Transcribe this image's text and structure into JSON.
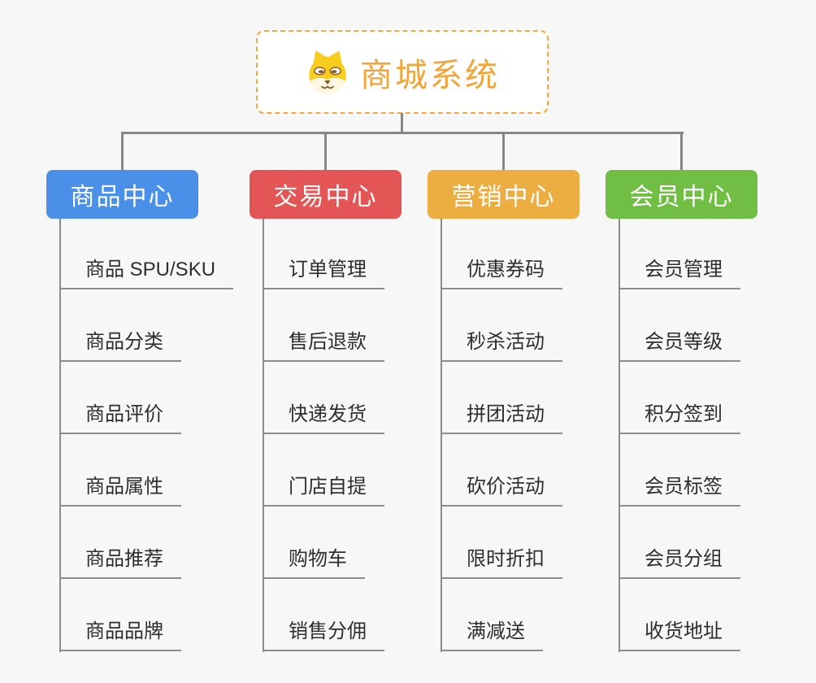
{
  "root": {
    "title": "商城系统",
    "icon": "dog-icon"
  },
  "branches": [
    {
      "label": "商品中心",
      "color": "#4B90E8",
      "items": [
        "商品 SPU/SKU",
        "商品分类",
        "商品评价",
        "商品属性",
        "商品推荐",
        "商品品牌"
      ]
    },
    {
      "label": "交易中心",
      "color": "#E45656",
      "items": [
        "订单管理",
        "售后退款",
        "快递发货",
        "门店自提",
        "购物车",
        "销售分佣"
      ]
    },
    {
      "label": "营销中心",
      "color": "#EDAE41",
      "items": [
        "优惠券码",
        "秒杀活动",
        "拼团活动",
        "砍价活动",
        "限时折扣",
        "满减送"
      ]
    },
    {
      "label": "会员中心",
      "color": "#70BE44",
      "items": [
        "会员管理",
        "会员等级",
        "积分签到",
        "会员标签",
        "会员分组",
        "收货地址"
      ]
    }
  ],
  "colors": {
    "root_accent": "#F3A93D",
    "connector": "#868686",
    "leaf_line": "#8C8C8C",
    "leaf_text": "#2E2E2E",
    "background": "#F7F7F7"
  }
}
